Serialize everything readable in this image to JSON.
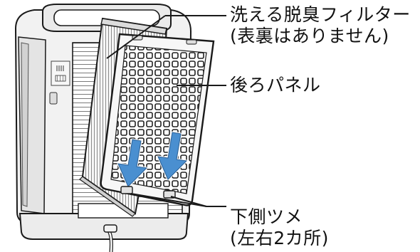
{
  "labels": {
    "washable_filter": {
      "line1": "洗える脱臭フィルター",
      "line2": "(表裏はありません)"
    },
    "back_panel": {
      "line1": "後ろパネル"
    },
    "lower_clips": {
      "line1": "下側ツメ",
      "line2": "(左右2カ所)"
    }
  },
  "colors": {
    "outline": "#1a1a1a",
    "arrow": "#4a8fd0",
    "body_light": "#f2f2f2",
    "body_shade": "#c9c9c9"
  }
}
